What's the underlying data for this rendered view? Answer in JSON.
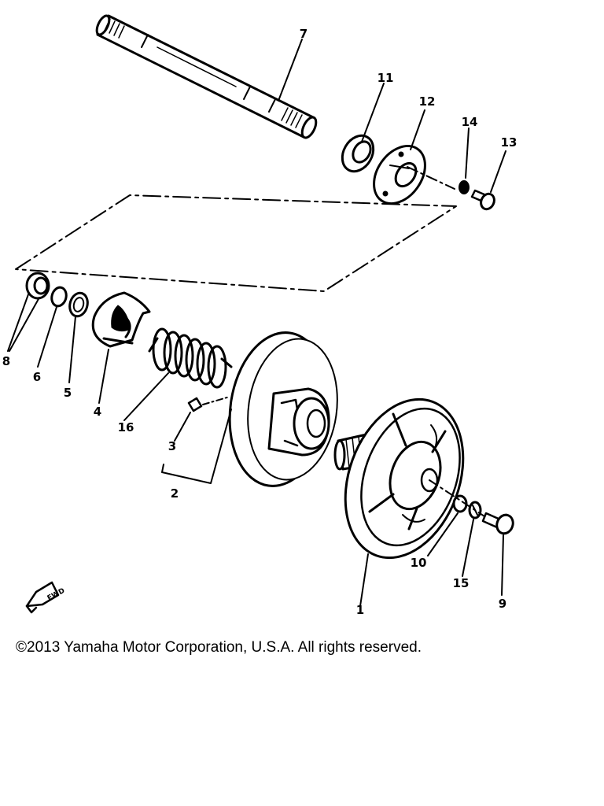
{
  "diagram": {
    "part_labels": {
      "p1": "1",
      "p2": "2",
      "p3": "3",
      "p4": "4",
      "p5": "5",
      "p6": "6",
      "p7": "7",
      "p8": "8",
      "p9": "9",
      "p10": "10",
      "p11": "11",
      "p12": "12",
      "p13": "13",
      "p14": "14",
      "p15": "15",
      "p16": "16"
    },
    "direction_marker": "FWD",
    "line_color": "#000000",
    "background": "#ffffff"
  },
  "footer": {
    "copyright": "©2013 Yamaha Motor Corporation, U.S.A. All rights reserved."
  }
}
